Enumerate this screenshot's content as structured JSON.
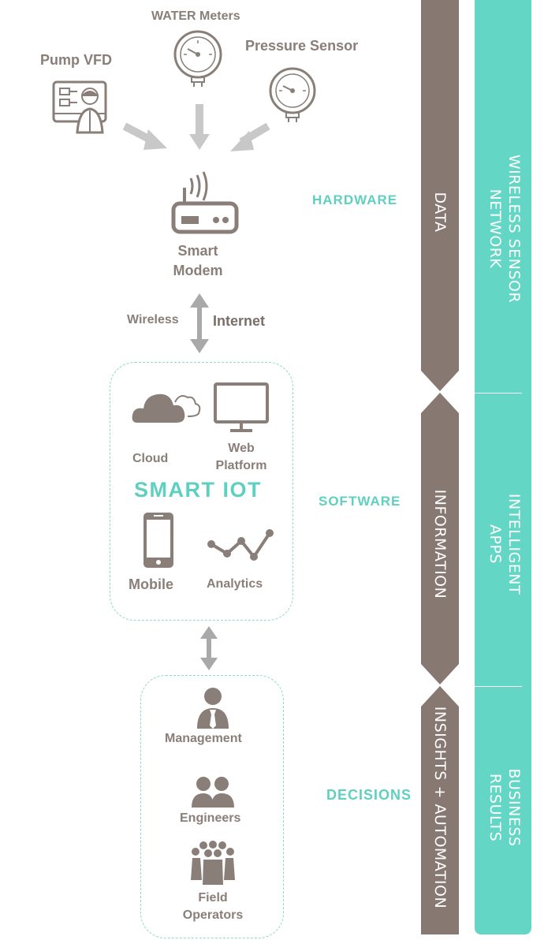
{
  "sources": {
    "water_meters": "WATER Meters",
    "pressure_sensor": "Pressure Sensor",
    "pump_vfd": "Pump VFD"
  },
  "modem": {
    "line1": "Smart",
    "line2": "Modem"
  },
  "link": {
    "wireless": "Wireless",
    "internet": "Internet"
  },
  "iot": {
    "title": "SMART IOT",
    "cloud": "Cloud",
    "web_line1": "Web",
    "web_line2": "Platform",
    "mobile": "Mobile",
    "analytics": "Analytics"
  },
  "people": {
    "management": "Management",
    "engineers": "Engineers",
    "field_line1": "Field",
    "field_line2": "Operators"
  },
  "stages": {
    "hardware": "HARDWARE",
    "software": "SOFTWARE",
    "decisions": "DECISIONS"
  },
  "brown_column": {
    "data": "DATA",
    "information": "INFORMATION",
    "insights": "INSIGHTS + AUTOMATION"
  },
  "teal_column": {
    "wsn_line1": "WIRELESS SENSOR",
    "wsn_line2": "NETWORK",
    "apps_line1": "INTELLIGENT",
    "apps_line2": "APPS",
    "biz_line1": "BUSINESS",
    "biz_line2": "RESULTS"
  },
  "colors": {
    "brown": "#887872",
    "teal": "#64d6c6",
    "teal_text": "#5fd0c0",
    "icon_gray": "#8a7e78",
    "arrow_gray": "#c8c8c8"
  }
}
